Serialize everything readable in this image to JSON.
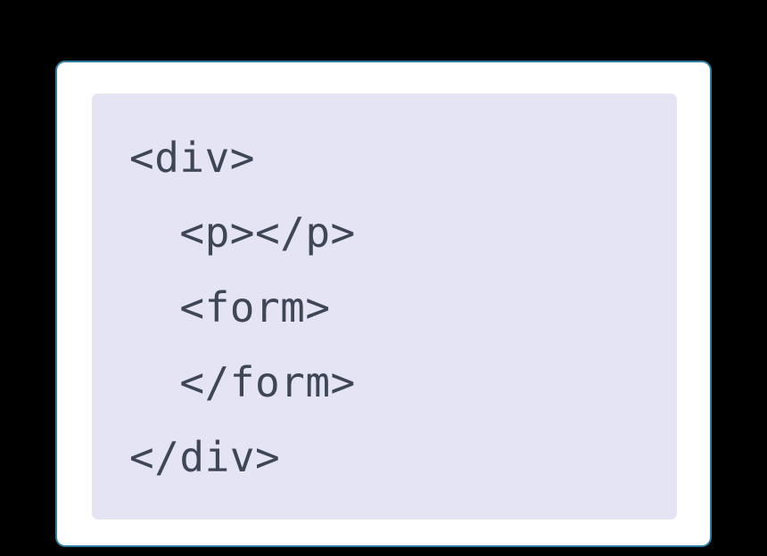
{
  "code_card": {
    "language": "html",
    "lines": [
      "<div>",
      "  <p></p>",
      "  <form>",
      "  </form>",
      "</div>"
    ]
  },
  "colors": {
    "page_background": "#000000",
    "card_background": "#ffffff",
    "card_border": "#2e7ea0",
    "code_background": "#e4e4f4",
    "code_text": "#3f4656"
  }
}
